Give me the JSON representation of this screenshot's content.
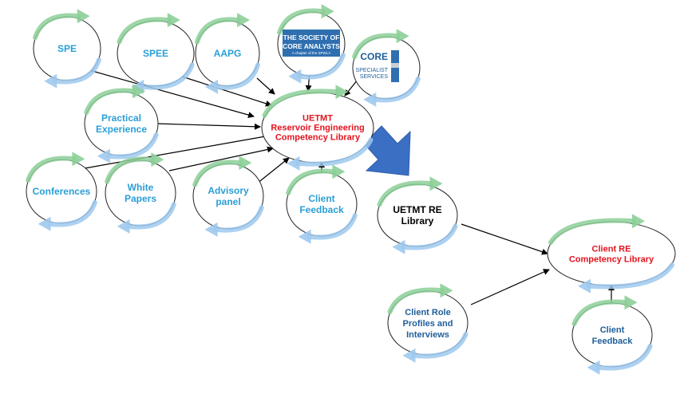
{
  "nodes": {
    "spe": {
      "lines": [
        "SPE"
      ]
    },
    "spee": {
      "lines": [
        "SPEE"
      ]
    },
    "aapg": {
      "lines": [
        "AAPG"
      ]
    },
    "sca": {
      "logo_lines": [
        "THE SOCIETY OF",
        "CORE ANALYSTS"
      ],
      "logo_sub": "A chapter of the SPWLA"
    },
    "core_specialist": {
      "logo_lines": [
        "CORE",
        "SPECIALIST",
        "SERVICES"
      ]
    },
    "practical_experience": {
      "lines": [
        "Practical",
        "Experience"
      ]
    },
    "uetmt_hub": {
      "lines": [
        "UETMT",
        "Reservoir Engineering",
        "Competency Library"
      ]
    },
    "conferences": {
      "lines": [
        "Conferences"
      ]
    },
    "white_papers": {
      "lines": [
        "White",
        "Papers"
      ]
    },
    "advisory_panel": {
      "lines": [
        "Advisory",
        "panel"
      ]
    },
    "client_feedback_1": {
      "lines": [
        "Client",
        "Feedback"
      ]
    },
    "uetmt_re_library": {
      "lines": [
        "UETMT RE",
        "Library"
      ]
    },
    "client_re_library": {
      "lines": [
        "Client RE",
        "Competency Library"
      ]
    },
    "client_role_profiles": {
      "lines": [
        "Client Role",
        "Profiles and",
        "Interviews"
      ]
    },
    "client_feedback_2": {
      "lines": [
        "Client",
        "Feedback"
      ]
    }
  },
  "colors": {
    "blue_label": "#2a9fd6",
    "red_label": "#e3141e",
    "navy_label": "#1f5e9a",
    "green_arrow": "#8ccf98",
    "blue_arrow": "#9ec9ee",
    "big_arrow": "#3a6fc4",
    "logo_bg": "#2f6fb0"
  }
}
